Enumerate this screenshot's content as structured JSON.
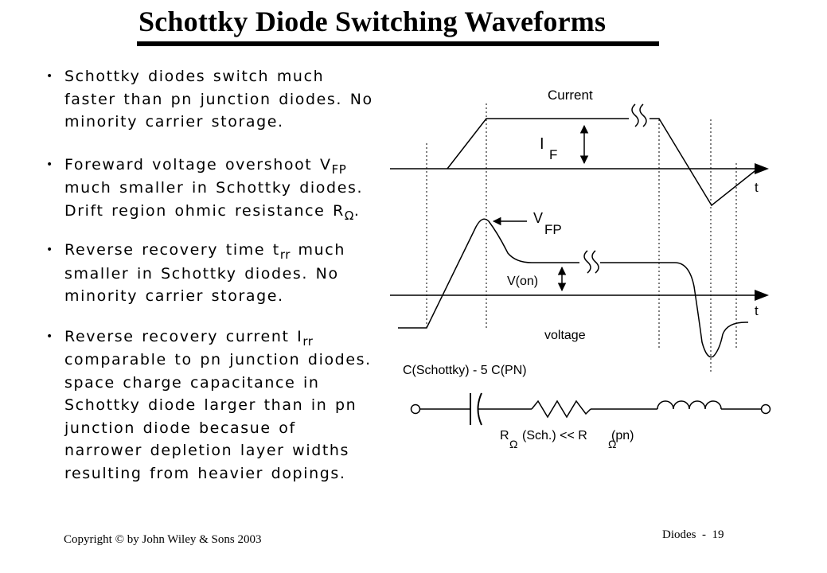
{
  "title": "Schottky Diode Switching Waveforms",
  "bullets": [
    {
      "lines": [
        {
          "text": "Schottky diodes switch much"
        },
        {
          "text": "faster than pn junction diodes. No"
        },
        {
          "text": "minority carrier storage."
        }
      ]
    },
    {
      "lines": [
        {
          "text": "Foreward voltage overshoot V",
          "sub": "FP"
        },
        {
          "text": "much smaller in Schottky diodes."
        },
        {
          "text": "Drift region ohmic resistance R",
          "sub": "Ω",
          "after": "."
        }
      ]
    },
    {
      "lines": [
        {
          "text": "Reverse recovery time t",
          "sub": "rr",
          "after": " much"
        },
        {
          "text": "smaller in Schottky diodes. No"
        },
        {
          "text": "minority carrier storage."
        }
      ]
    },
    {
      "lines": [
        {
          "text": "Reverse recovery current I",
          "sub": "rr"
        },
        {
          "text": "comparable to pn junction diodes."
        },
        {
          "text": "space charge capacitance in"
        },
        {
          "text": "Schottky diode larger than in pn"
        },
        {
          "text": "junction diode becasue of"
        },
        {
          "text": "narrower depletion layer widths"
        },
        {
          "text": "resulting from heavier dopings."
        }
      ]
    }
  ],
  "diagram": {
    "current_label": "Current",
    "if_main": "I",
    "if_sub": "F",
    "t_label_1": "t",
    "vfp_main": "V",
    "vfp_sub": "FP",
    "von_label": "V(on)",
    "t_label_2": "t",
    "voltage_label": "voltage",
    "capacitor_label": "C(Schottky) - 5 C(PN)",
    "r_label_1": "R",
    "r_sub_1": "Ω",
    "r_label_mid": "(Sch.) << R",
    "r_sub_2": "Ω",
    "r_label_end": "(pn)"
  },
  "footer": {
    "copyright": "Copyright © by John Wiley & Sons 2003",
    "page": "Diodes  -  19"
  }
}
